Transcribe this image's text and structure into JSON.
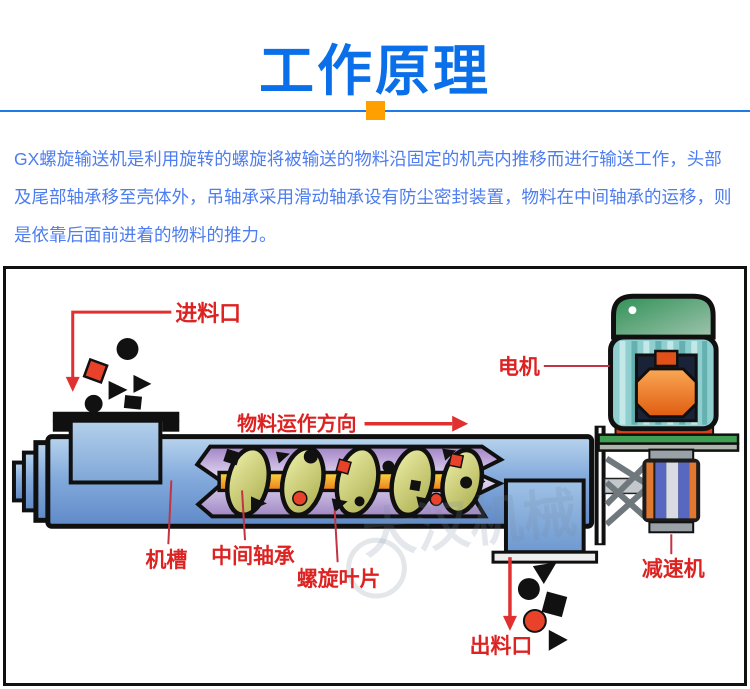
{
  "header": {
    "title": "工作原理",
    "title_color": "#0a6fe8",
    "divider_color": "#1e7ce8",
    "accent_color": "#ff9f00"
  },
  "description": {
    "color": "#4d7df0",
    "lines": [
      "GX螺旋输送机是利用旋转的螺旋将被输送的物料沿固定的机壳内推移而进行输送工作，头部",
      "及尾部轴承移至壳体外，吊轴承采用滑动轴承设有防尘密封装置，物料在中间轴承的运移，则",
      "是依靠后面前进着的物料的推力。"
    ]
  },
  "diagram": {
    "label_color": "#dd2222",
    "labels": {
      "feed_inlet": "进料口",
      "material_direction": "物料运作方向",
      "motor": "电机",
      "trough": "机槽",
      "middle_bearing": "中间轴承",
      "spiral_blade": "螺旋叶片",
      "reducer": "减速机",
      "outlet": "出料口"
    },
    "watermark": "大汉机械",
    "colors": {
      "tube_blue": "#84abdc",
      "cutaway_purple": "#b9a2d6",
      "screw_shaft_orange": "#ee7c1c",
      "blade_yellow": "#cdd06e",
      "motor_teal": "#8fcfcf",
      "motor_cap_green": "#2f9055",
      "particle_red": "#e8432a",
      "particle_black": "#111111"
    }
  }
}
